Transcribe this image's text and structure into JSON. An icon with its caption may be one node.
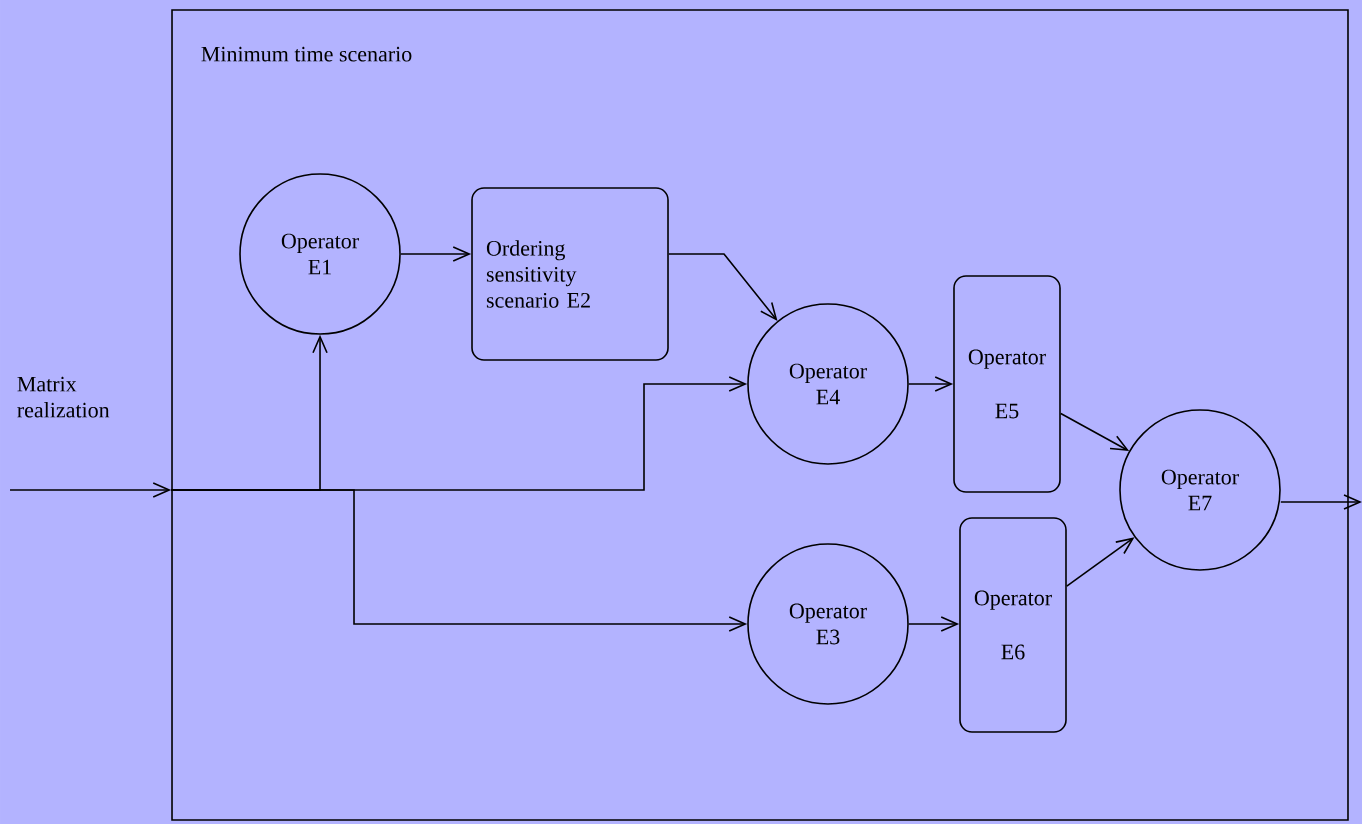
{
  "diagram": {
    "nodes": [
      {
        "text": [
          "Minimum time scenario"
        ]
      },
      {
        "text": [
          "Operator E1"
        ],
        "in": 0
      },
      {
        "text": [
          "Ordering sensitivity scenario E2"
        ],
        "in": 0
      },
      {
        "text": [
          "Operator E4"
        ],
        "in": 0
      },
      {
        "text": [
          "Operator",
          "E5"
        ],
        "in": 0
      },
      {
        "text": [
          "Operator E3"
        ],
        "in": 0
      },
      {
        "text": [
          "Operator",
          "E6"
        ],
        "in": 0
      },
      {
        "text": [
          "Operator E7"
        ],
        "in": 0
      }
    ],
    "edges": [
      {
        "from": null,
        "to": 0,
        "arrow": "to"
      },
      {
        "from": 0,
        "to": 1,
        "arrow": "to"
      },
      {
        "from": 0,
        "to": 3,
        "arrow": "to"
      },
      {
        "from": 0,
        "to": 5,
        "arrow": "to"
      },
      {
        "from": 1,
        "to": 2,
        "arrow": "to"
      },
      {
        "from": 2,
        "to": 3,
        "arrow": "to"
      },
      {
        "from": 3,
        "to": 4,
        "arrow": "to"
      },
      {
        "from": 5,
        "to": 6,
        "arrow": "to"
      },
      {
        "from": 4,
        "to": 7,
        "arrow": "to"
      },
      {
        "from": 6,
        "to": 7,
        "arrow": "to"
      },
      {
        "from": 7,
        "to": null,
        "arrow": "to"
      }
    ],
    "labels": [
      "Matrix realization"
    ]
  }
}
